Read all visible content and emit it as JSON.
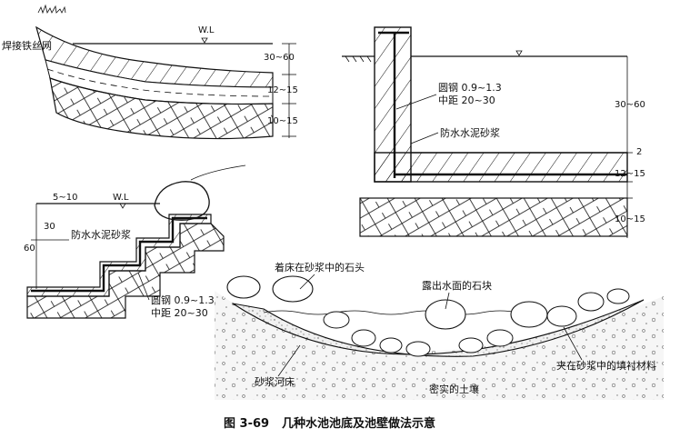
{
  "caption": {
    "number": "图 3-69",
    "title": "几种水池池底及池壁做法示意"
  },
  "panel_top_left": {
    "wire_label": "焊接铁丝网",
    "water_level": "W.L",
    "dims": [
      "30~60",
      "12~15",
      "10~15"
    ]
  },
  "panel_top_right": {
    "rebar_label_1": "圆钢 0.9~1.3",
    "rebar_label_2": "中距  20~30",
    "mortar_label": "防水水泥砂浆",
    "dims": [
      "30~60",
      "2",
      "12~15",
      "10~15"
    ]
  },
  "panel_mid_left": {
    "top_dim": "5~10",
    "water_level": "W.L",
    "dims": [
      "30",
      "60"
    ],
    "mortar_label": "防水水泥砂浆",
    "rebar_label_1": "圆钢 0.9~1.3",
    "rebar_label_2": "中距  20~30"
  },
  "panel_bottom": {
    "stone_bed_label": "着床在砂浆中的石头",
    "exposed_stone_label": "露出水面的石块",
    "mortar_bed_label": "砂浆河床",
    "filler_label": "夹在砂浆中的填衬材料",
    "soil_label": "密实的土壤"
  }
}
